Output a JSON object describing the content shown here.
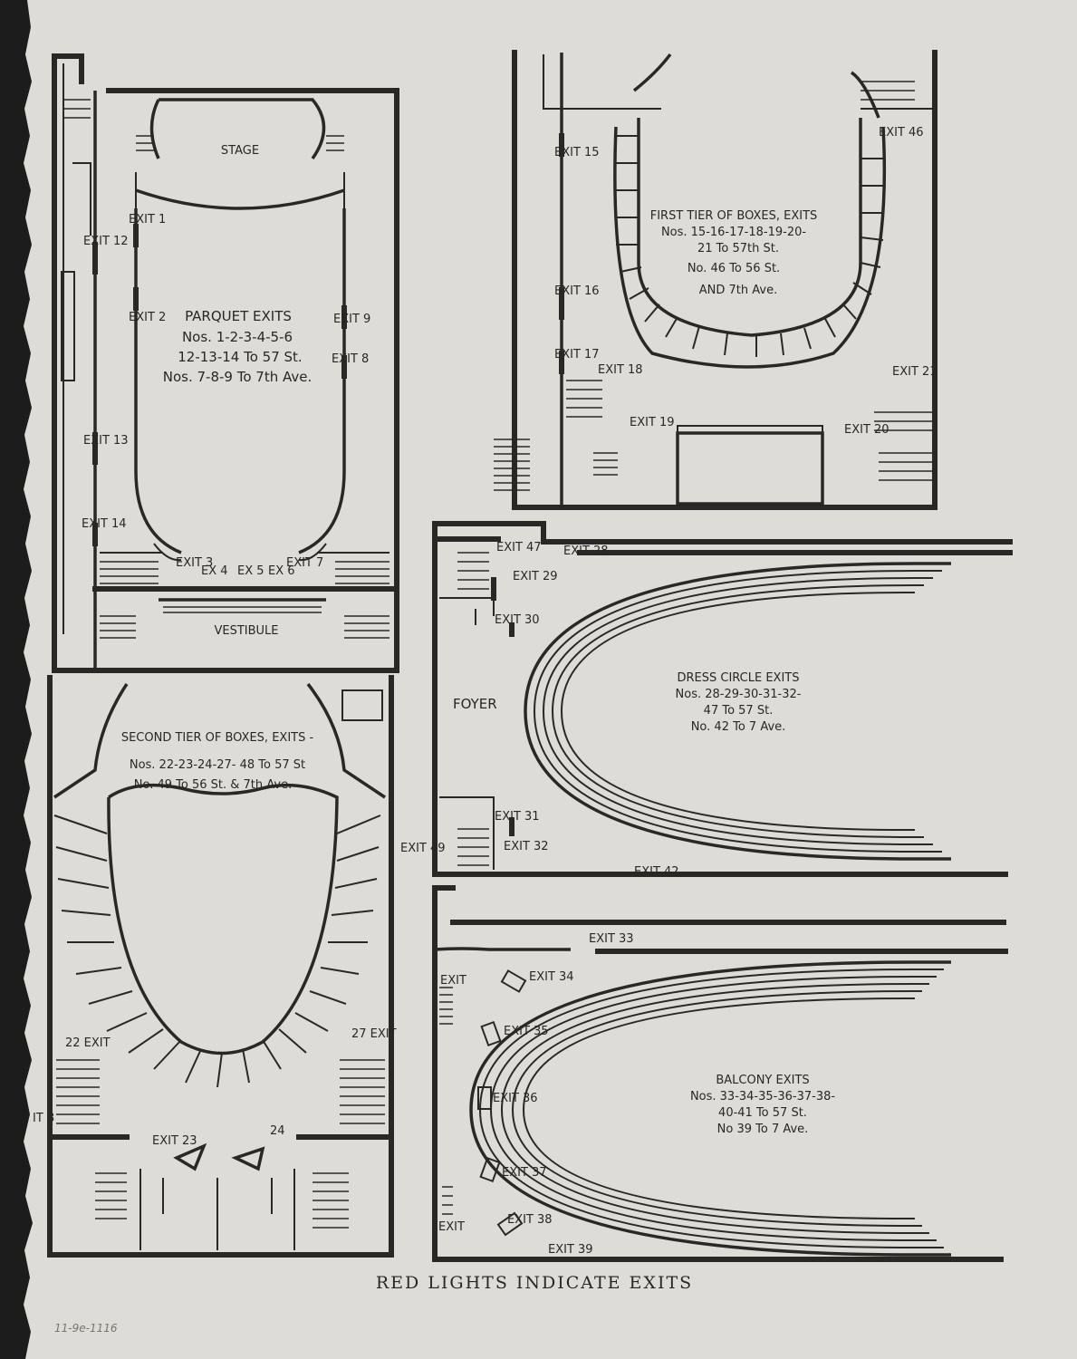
{
  "plans": {
    "parquet": {
      "stage": "STAGE",
      "vestibule": "VESTIBULE",
      "title": "PARQUET EXITS",
      "line1": "Nos. 1-2-3-4-5-6",
      "line2": "12-13-14 To 57 St.",
      "line3": "Nos. 7-8-9 To 7th Ave.",
      "exits": [
        "EXIT 1",
        "EXIT 2",
        "EXIT 3",
        "EX 4",
        "EX 5",
        "EX 6",
        "EXIT 7",
        "EXIT 8",
        "EXIT 9",
        "EXIT 12",
        "EXIT 13",
        "EXIT 14"
      ]
    },
    "first_tier": {
      "title": "FIRST TIER OF BOXES, EXITS",
      "line1": "Nos. 15-16-17-18-19-20-",
      "line2": "21 To 57th St.",
      "line3": "No. 46 To 56 St.",
      "line4": "AND 7th Ave.",
      "exits": [
        "EXIT 15",
        "EXIT 16",
        "EXIT 17",
        "EXIT 18",
        "EXIT 19",
        "EXIT 20",
        "EXIT 21",
        "EXIT 46"
      ]
    },
    "second_tier": {
      "title": "SECOND TIER OF BOXES, EXITS -",
      "line1": "Nos. 22-23-24-27- 48 To 57 St",
      "line2": "No. 49 To 56 St. & 7th Ave.",
      "exits": [
        "22 EXIT",
        "EXIT 23",
        "24",
        "27 EXIT",
        "IT 8"
      ]
    },
    "dress_circle": {
      "foyer": "FOYER",
      "title": "DRESS CIRCLE EXITS",
      "line1": "Nos. 28-29-30-31-32-",
      "line2": "47 To 57 St.",
      "line3": "No. 42 To 7 Ave.",
      "exits": [
        "EXIT 47",
        "EXIT 28",
        "EXIT 29",
        "EXIT 30",
        "EXIT 31",
        "EXIT 32",
        "EXIT 42",
        "EXIT 49"
      ]
    },
    "balcony": {
      "title": "BALCONY EXITS",
      "line1": "Nos. 33-34-35-36-37-38-",
      "line2": "40-41 To 57 St.",
      "line3": "No 39 To 7 Ave.",
      "exits": [
        "EXIT 33",
        "EXIT 34",
        "EXIT 35",
        "EXIT 36",
        "EXIT 37",
        "EXIT 38",
        "EXIT 39",
        "EXIT",
        "EXIT"
      ]
    }
  },
  "caption": "RED LIGHTS INDICATE EXITS",
  "handwritten_note": "11-9e-1116",
  "colors": {
    "paper": "#dedcd6",
    "ink": "#2b2727",
    "background": "#1c1c1c"
  }
}
